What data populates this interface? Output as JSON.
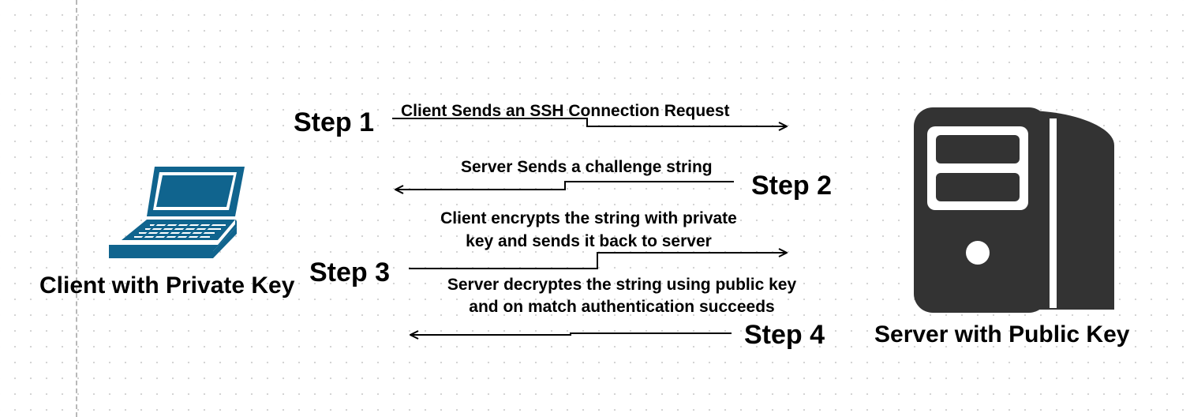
{
  "client": {
    "label": "Client with Private Key",
    "icon": "laptop-icon",
    "color": "#10648e"
  },
  "server": {
    "label": "Server with Public Key",
    "icon": "server-tower-icon",
    "color": "#333333"
  },
  "steps": [
    {
      "label": "Step 1",
      "message": "Client Sends an SSH Connection Request",
      "direction": "client-to-server"
    },
    {
      "label": "Step 2",
      "message": "Server Sends a challenge string",
      "direction": "server-to-client"
    },
    {
      "label": "Step 3",
      "message_line1": "Client encrypts the string with private",
      "message_line2": "key and sends it back to server",
      "direction": "client-to-server"
    },
    {
      "label": "Step 4",
      "message_line1": "Server decryptes the string using public key",
      "message_line2": "and on match authentication succeeds",
      "direction": "server-to-client"
    }
  ]
}
